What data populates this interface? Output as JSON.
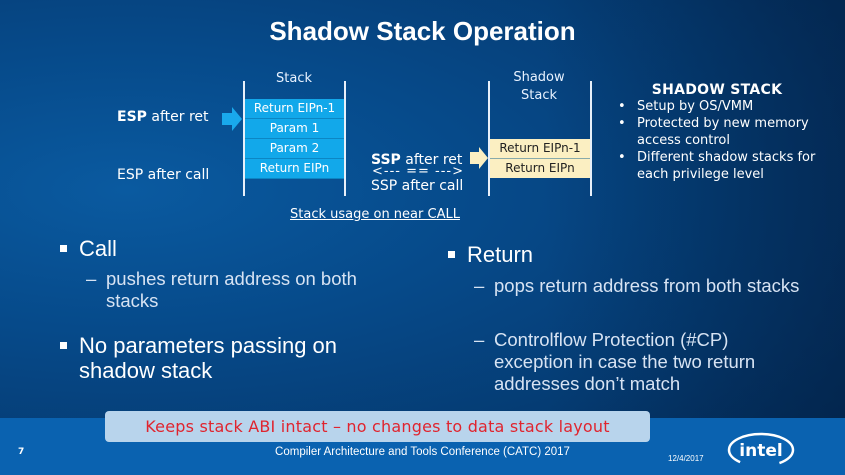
{
  "title": "Shadow Stack Operation",
  "diagram": {
    "stack": {
      "label": "Stack",
      "cells": [
        "Return EIPn-1",
        "Param 1",
        "Param 2",
        "Return EIPn"
      ],
      "pointer_labels": {
        "after_ret_strong": "ESP",
        "after_ret_rest": " after ret",
        "after_call": "ESP after call"
      }
    },
    "shadow_stack": {
      "label_line1": "Shadow",
      "label_line2": "Stack",
      "cells": [
        "Return EIPn-1",
        "Return EIPn"
      ],
      "pointer_labels": {
        "after_ret_strong": "SSP",
        "after_ret_rest": " after ret",
        "equals": "<--- == --->",
        "after_call": "SSP after call"
      }
    },
    "caption": "Stack usage on near CALL",
    "colors": {
      "stack_cell": "#12a8ea",
      "shadow_cell": "#fbefc2",
      "arrow_blue": "#19a9ec",
      "arrow_yellow": "#fbefc2"
    }
  },
  "shadow_stack_box": {
    "heading": "SHADOW STACK",
    "items": [
      "Setup by OS/VMM",
      "Protected by new memory access control",
      "Different shadow stacks for each privilege level"
    ]
  },
  "left_bullets": {
    "call": {
      "label": "Call",
      "sub": "pushes return address on both stacks"
    },
    "no_params": {
      "label": "No parameters passing on shadow stack"
    }
  },
  "right_bullets": {
    "return": {
      "label": "Return",
      "subs": [
        "pops return address from both stacks",
        "Controlflow Protection (#CP) exception in case the two return addresses don’t match"
      ]
    }
  },
  "banner": {
    "text": "Keeps stack ABI intact – no changes to data stack layout",
    "color": "#e0242e"
  },
  "footer": {
    "page_number": "7",
    "conference": "Compiler Architecture and Tools Conference (CATC) 2017",
    "date": "12/4/2017",
    "logo_text": "intel"
  }
}
